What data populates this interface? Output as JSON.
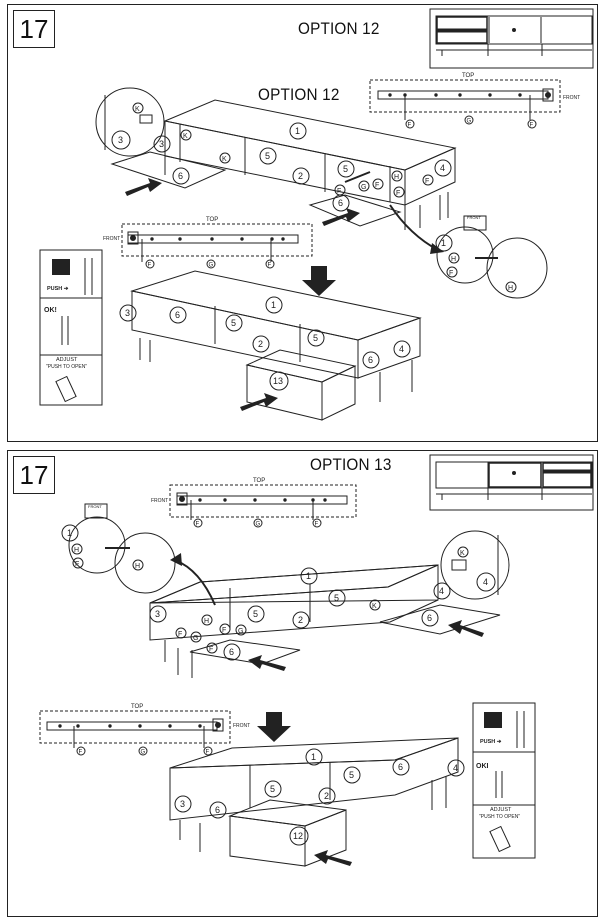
{
  "page": {
    "panels": [
      {
        "step": "17",
        "option_header": "OPTION 12",
        "option_center": "OPTION 12",
        "rail_top": {
          "label_top": "TOP",
          "label_side": "FRONT",
          "parts": [
            "F",
            "G",
            "F"
          ]
        },
        "rail_left": {
          "label_top": "TOP",
          "label_side": "FRONT",
          "parts": [
            "F",
            "G",
            "F"
          ]
        },
        "callouts": [
          "1",
          "2",
          "3",
          "4",
          "5",
          "5",
          "6",
          "6",
          "13",
          "K",
          "K",
          "K",
          "F",
          "G",
          "F",
          "F",
          "H",
          "H",
          "H",
          "F",
          "H"
        ],
        "side_box": {
          "push": "PUSH",
          "ok": "OK!",
          "adjust": "ADJUST",
          "adjust_note": "\"PUSH TO OPEN\""
        }
      },
      {
        "step": "17",
        "option_header": "OPTION 13",
        "rail_top": {
          "label_top": "TOP",
          "label_side": "FRONT",
          "parts": [
            "F",
            "G",
            "F"
          ]
        },
        "rail_left": {
          "label_top": "TOP",
          "label_side": "FRONT",
          "parts": [
            "F",
            "G",
            "F"
          ]
        },
        "callouts": [
          "1",
          "2",
          "3",
          "4",
          "5",
          "5",
          "6",
          "6",
          "12",
          "K",
          "K",
          "H",
          "F",
          "G",
          "F",
          "H",
          "F",
          "H"
        ],
        "side_box": {
          "push": "PUSH",
          "ok": "OKI",
          "adjust": "ADJUST",
          "adjust_note": "\"PUSH TO OPEN\""
        }
      }
    ]
  }
}
